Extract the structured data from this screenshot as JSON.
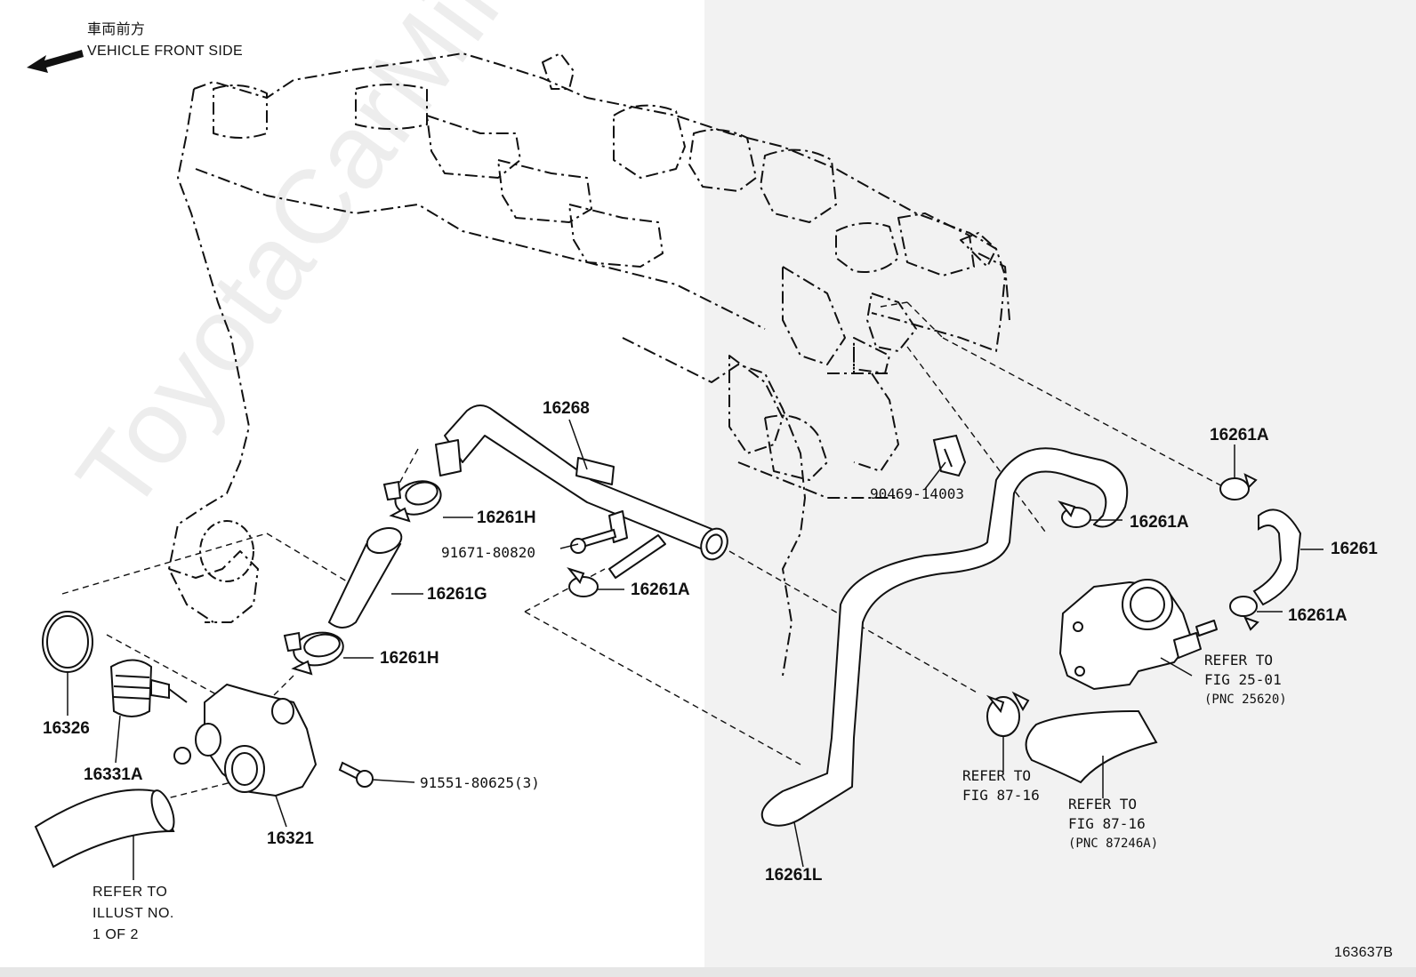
{
  "header": {
    "orientation_jp": "車両前方",
    "orientation_en": "VEHICLE FRONT SIDE"
  },
  "watermark": "ToyotaCarMine.ru",
  "colors": {
    "line": "#111111",
    "shade": "#f2f2f2",
    "background": "#ffffff"
  },
  "parts": {
    "p16268": "16268",
    "p16261H_upper": "16261H",
    "p91671": "91671-80820",
    "p16261G": "16261G",
    "p16261A_mid": "16261A",
    "p16261H_lower": "16261H",
    "p16326": "16326",
    "p16331A": "16331A",
    "p16321": "16321",
    "p91551": "91551-80625(3)",
    "p90469": "90469-14003",
    "p16261A_clamp2": "16261A",
    "p16261A_top": "16261A",
    "p16261": "16261",
    "p16261A_low": "16261A",
    "p16261L": "16261L"
  },
  "refs": {
    "illust": {
      "l1": "REFER TO",
      "l2": "ILLUST NO.",
      "l3": "1 OF 2"
    },
    "fig2501": {
      "l1": "REFER TO",
      "l2": "FIG 25-01",
      "l3": "(PNC 25620)"
    },
    "fig8716a": {
      "l1": "REFER TO",
      "l2": "FIG 87-16"
    },
    "fig8716b": {
      "l1": "REFER TO",
      "l2": "FIG 87-16",
      "l3": "(PNC 87246A)"
    }
  },
  "footer": {
    "code": "163637B"
  }
}
